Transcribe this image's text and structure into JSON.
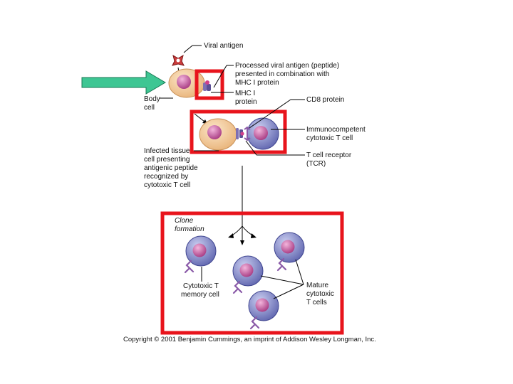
{
  "labels": {
    "viral_antigen": "Viral antigen",
    "processed_l1": "Processed viral antigen (peptide)",
    "processed_l2": "presented in combination with",
    "processed_l3": "MHC I protein",
    "mhc_l1": "MHC I",
    "mhc_l2": "protein",
    "body_l1": "Body",
    "body_l2": "cell",
    "cd8": "CD8 protein",
    "immuno_l1": "Immunocompetent",
    "immuno_l2": "cytotoxic T cell",
    "infected_l1": "Infected tissue",
    "infected_l2": "cell presenting",
    "infected_l3": "antigenic peptide",
    "infected_l4": "recognized by",
    "infected_l5": "cytotoxic T cell",
    "tcr_l1": "T cell receptor",
    "tcr_l2": "(TCR)",
    "clone_l1": "Clone",
    "clone_l2": "formation",
    "memory_l1": "Cytotoxic T",
    "memory_l2": "memory cell",
    "mature_l1": "Mature",
    "mature_l2": "cytotoxic",
    "mature_l3": "T cells"
  },
  "copyright": "Copyright © 2001 Benjamin Cummings, an imprint of Addison Wesley Longman, Inc.",
  "colors": {
    "highlight_red": "#e8141c",
    "pointer_arrow": "#3ec693",
    "tissue_cell": "#f0c99a",
    "t_cell": "#8a90c8",
    "nucleus": "#c2549a",
    "receptor": "#8a5aa8"
  }
}
